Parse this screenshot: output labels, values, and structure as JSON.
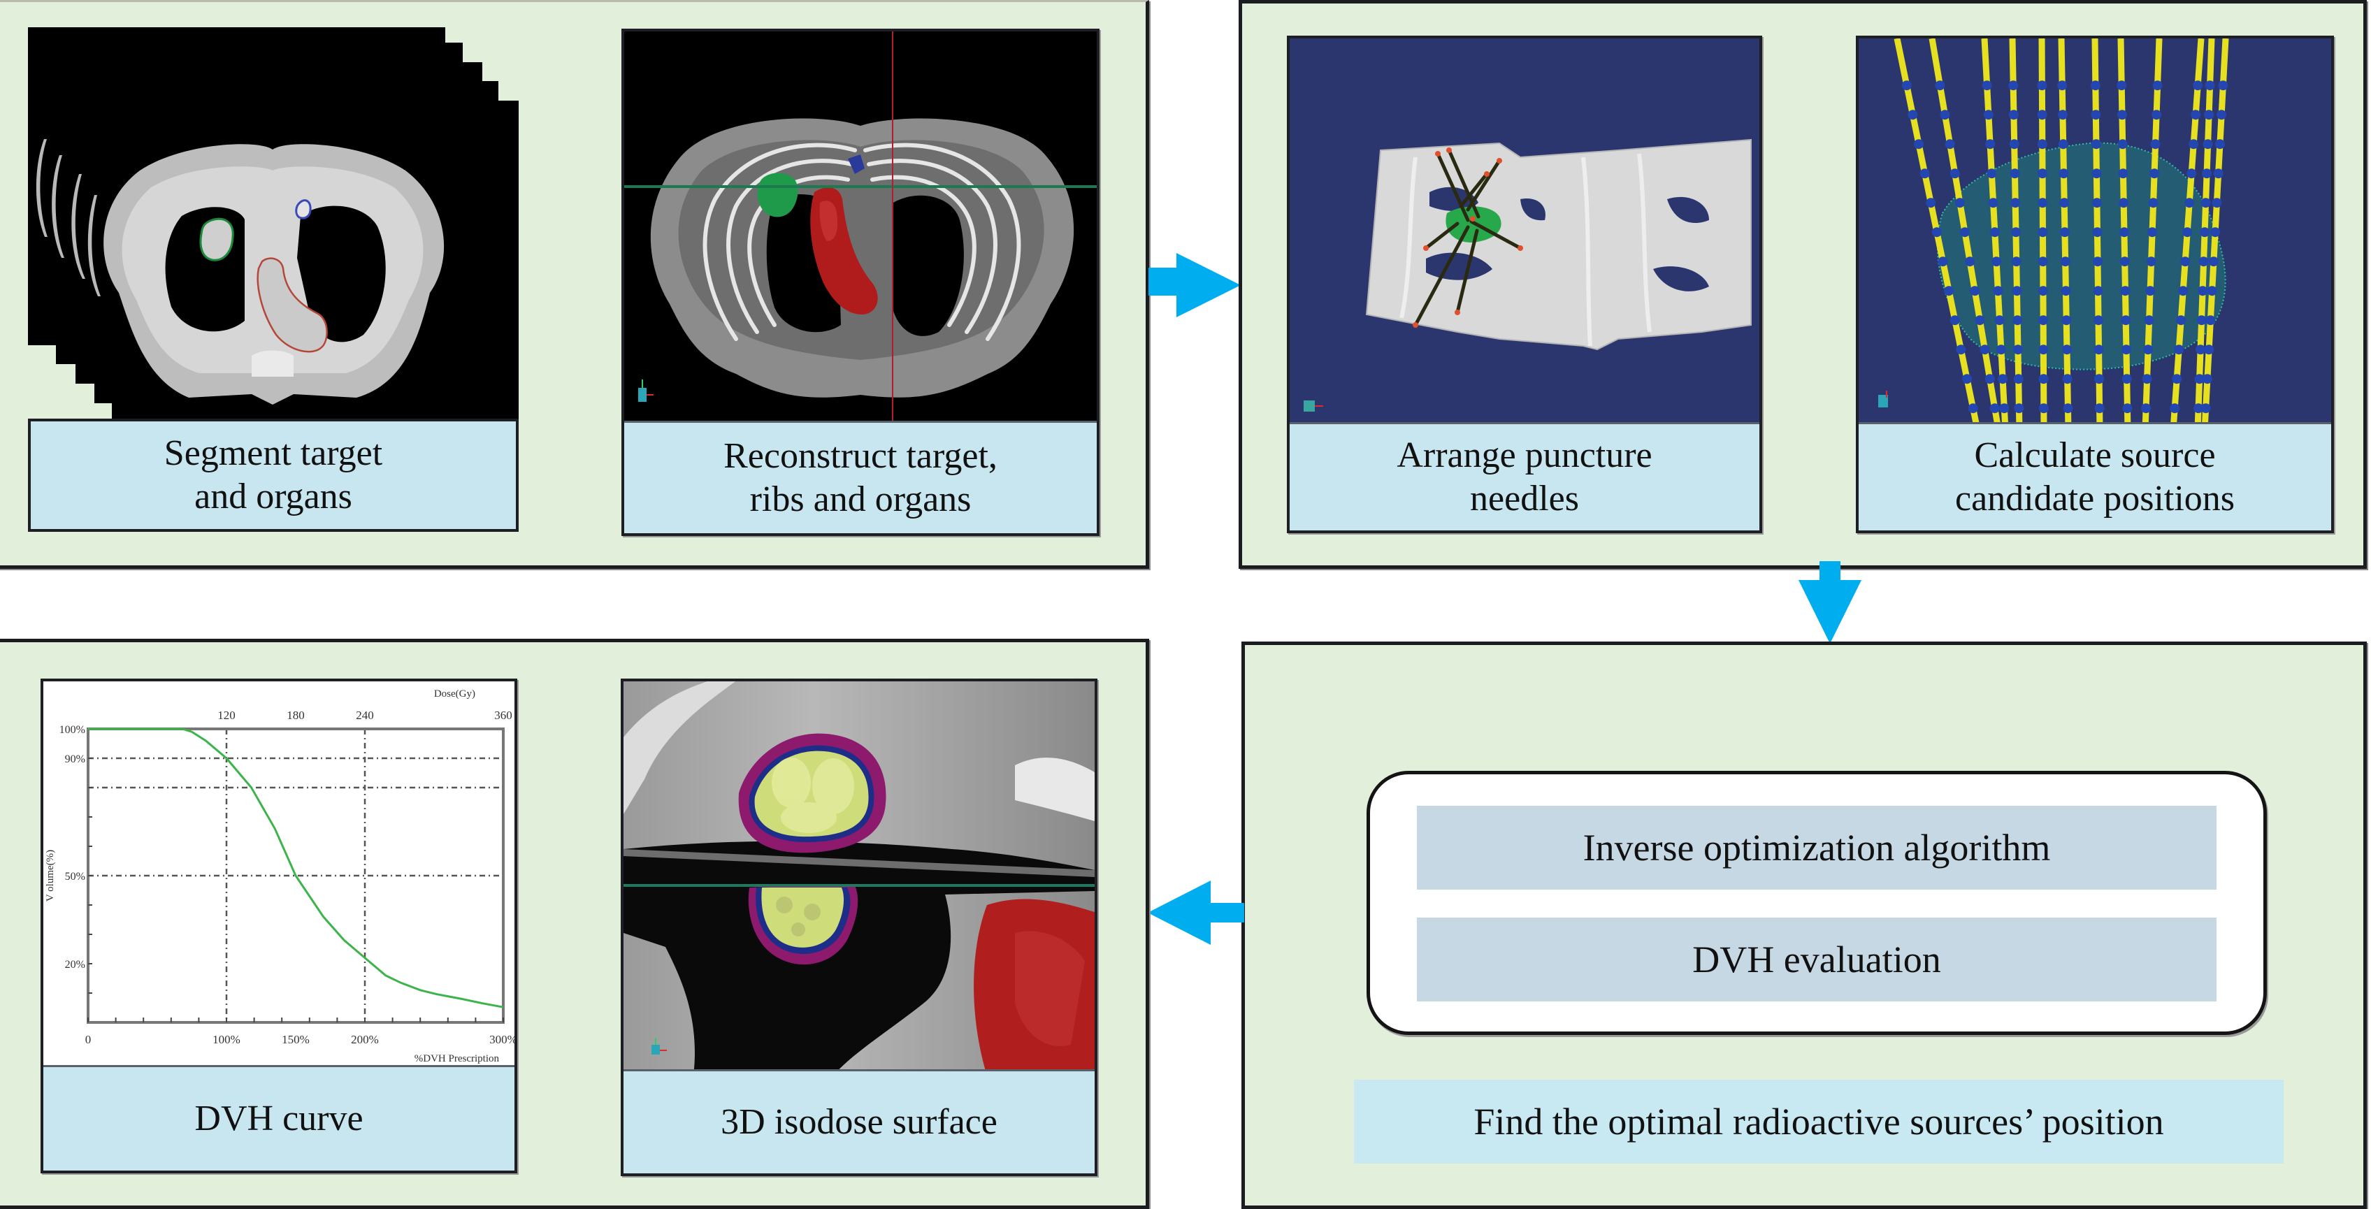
{
  "figure": {
    "colors": {
      "panel_bg": "#e2efdb",
      "caption_bg": "#c8e6ef",
      "arrow": "#00aeef",
      "dvh_curve": "#3cb44b",
      "scene_blue": "#2c366e",
      "inner_box_bg": "#c6d8e4"
    },
    "top_left": {
      "captions": [
        {
          "lines": [
            "Segment target",
            "and organs"
          ]
        },
        {
          "lines": [
            "Reconstruct target,",
            "ribs and organs"
          ]
        }
      ]
    },
    "top_right": {
      "captions": [
        {
          "lines": [
            "Arrange puncture",
            "needles"
          ]
        },
        {
          "lines": [
            "Calculate source",
            "candidate positions"
          ]
        }
      ]
    },
    "bottom_right": {
      "steps": [
        "Inverse optimization algorithm",
        "DVH evaluation"
      ],
      "result": "Find the optimal radioactive sources’ position"
    },
    "bottom_left": {
      "captions": [
        {
          "lines": [
            "DVH curve"
          ]
        },
        {
          "lines": [
            "3D isodose surface"
          ]
        }
      ]
    },
    "arrows": [
      {
        "name": "right-arrow",
        "direction": "right"
      },
      {
        "name": "down-arrow",
        "direction": "down"
      },
      {
        "name": "left-arrow",
        "direction": "left"
      }
    ],
    "icons": [
      "ct-stack-image",
      "rib-reconstruction-image",
      "needle-arrangement-image",
      "source-candidates-image",
      "isodose-surface-image"
    ]
  },
  "chart_data": {
    "type": "line",
    "title": "",
    "xlabel": "%DVH Prescription",
    "ylabel": "V olume(%)",
    "top_axis_label": "Dose(Gy)",
    "xlim": [
      0,
      300
    ],
    "ylim": [
      0,
      100
    ],
    "x_ticks": [
      0,
      100,
      150,
      200,
      300
    ],
    "x_tick_labels": [
      "0",
      "100%",
      "150%",
      "200%",
      "300%"
    ],
    "top_ticks": [
      100,
      150,
      200,
      300
    ],
    "top_tick_labels": [
      "120",
      "180",
      "240",
      "360"
    ],
    "y_ticks": [
      100,
      90,
      50,
      20
    ],
    "y_tick_labels": [
      "100%",
      "90%",
      "50%",
      "20%"
    ],
    "grid": {
      "horizontal": [
        90,
        80,
        50
      ],
      "vertical": [
        100,
        200
      ],
      "style": "dash-dot"
    },
    "series": [
      {
        "name": "DVH",
        "x": [
          0,
          68,
          75,
          85,
          100,
          118,
          135,
          150,
          170,
          185,
          200,
          215,
          226,
          240,
          252,
          270,
          285,
          300
        ],
        "y": [
          100,
          100,
          99,
          96,
          90,
          80,
          66,
          50,
          36,
          28,
          22,
          16,
          13.5,
          11,
          9.6,
          8,
          6.5,
          5.2
        ]
      }
    ]
  }
}
